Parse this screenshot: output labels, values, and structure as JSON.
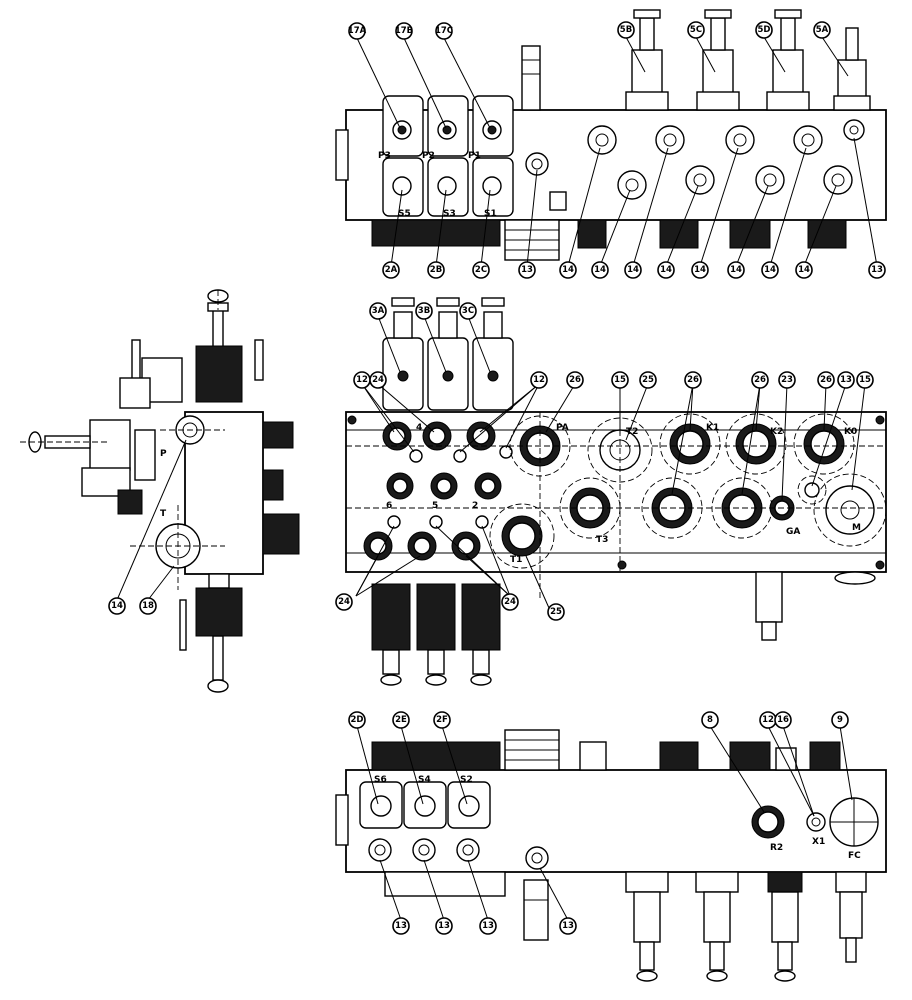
{
  "callouts": {
    "c17A": "17A",
    "c17B": "17B",
    "c17C": "17C",
    "c5B": "5B",
    "c5C": "5C",
    "c5D": "5D",
    "c5A": "5A",
    "c2A": "2A",
    "c2B": "2B",
    "c2C": "2C",
    "c13": "13",
    "c14": "14",
    "c3A": "3A",
    "c3B": "3B",
    "c3C": "3C",
    "c12": "12",
    "c24": "24",
    "c26": "26",
    "c15": "15",
    "c25": "25",
    "c23": "23",
    "c18": "18",
    "c2D": "2D",
    "c2E": "2E",
    "c2F": "2F",
    "c8": "8",
    "c16": "16",
    "c9": "9"
  },
  "port_labels": {
    "P": "P",
    "T": "T",
    "P1": "P1",
    "P2": "P2",
    "P3": "P3",
    "S1": "S1",
    "S2": "S2",
    "S3": "S3",
    "S4": "S4",
    "S5": "S5",
    "S6": "S6",
    "n2": "2",
    "n4": "4",
    "n5": "5",
    "n6": "6",
    "PA": "PA",
    "T2": "T2",
    "T1": "T1",
    "T3": "T3",
    "K1": "K1",
    "K2": "K2",
    "K0": "K0",
    "GA": "GA",
    "M": "M",
    "R2": "R2",
    "X1": "X1",
    "FC": "FC"
  }
}
